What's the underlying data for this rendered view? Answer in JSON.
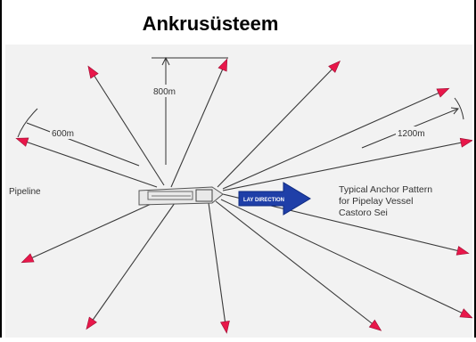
{
  "title": "Ankrusüsteem",
  "diagram": {
    "pipeline_label": "Pipeline",
    "lay_direction_label": "LAY DIRECTION",
    "caption_lines": [
      "Typical Anchor Pattern",
      "for Pipelay Vessel",
      "Castoro Sei"
    ],
    "dimensions": {
      "d600": "600m",
      "d800": "800m",
      "d1200": "1200m"
    },
    "anchor_color": "#e8174a",
    "arrow_color": "#1f3fa8"
  }
}
